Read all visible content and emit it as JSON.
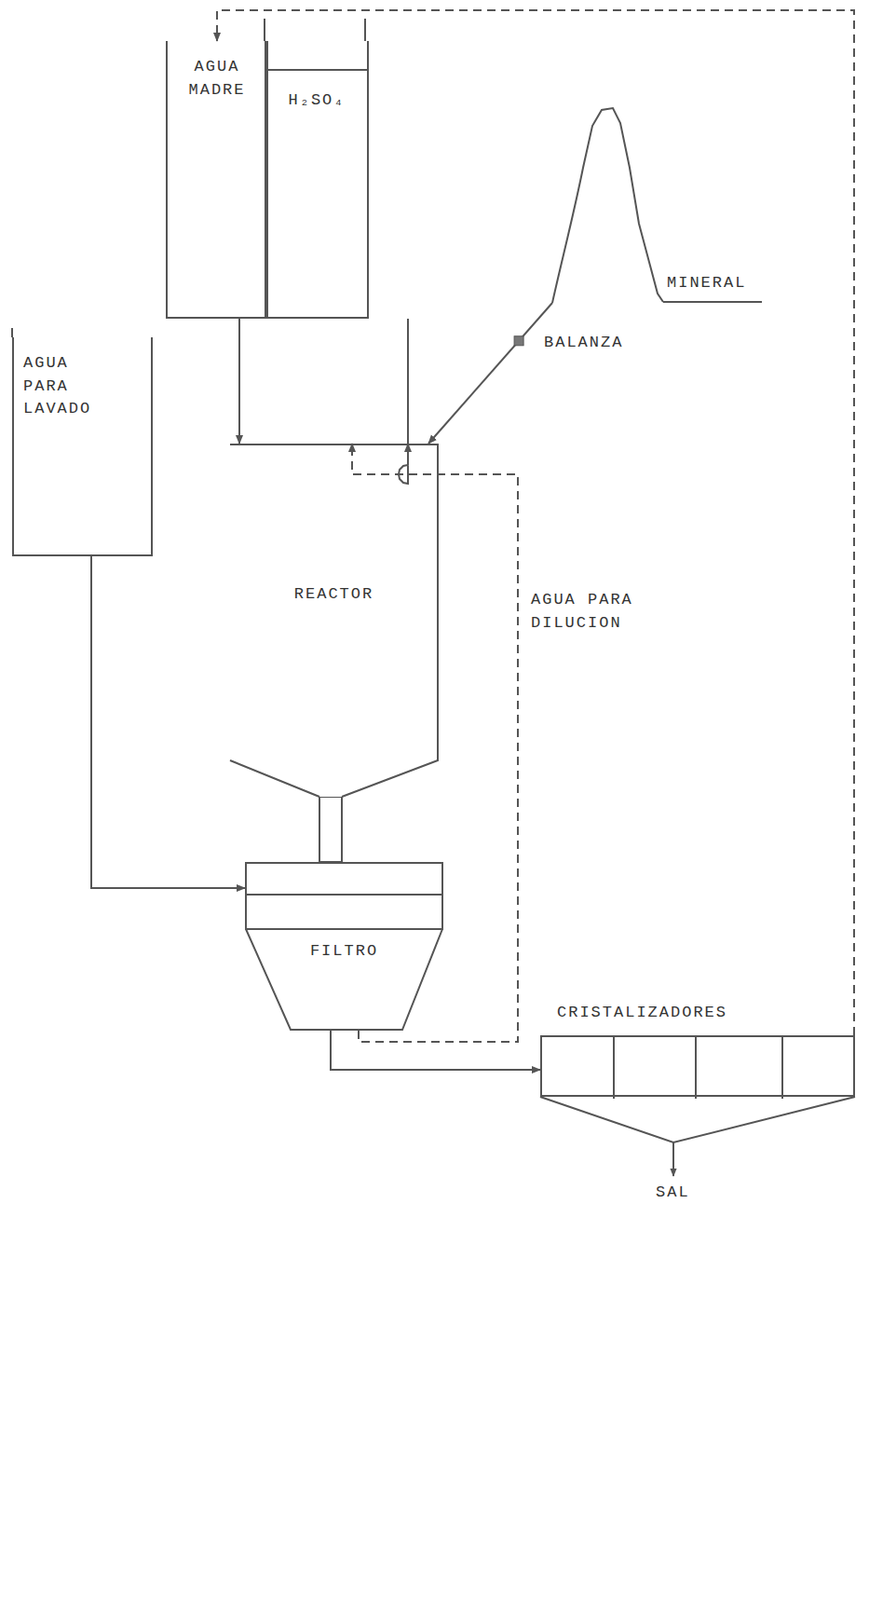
{
  "diagram": {
    "nodes": [
      {
        "text": [
          "AGUA MADRE"
        ]
      },
      {
        "text": [
          "H₂SO₄"
        ]
      },
      {
        "text": [
          "MINERAL"
        ]
      },
      {
        "text": [
          "AGUA PARA LAVADO"
        ]
      },
      {
        "text": [
          "REACTOR"
        ]
      },
      {
        "text": [
          "FILTRO"
        ]
      },
      {
        "text": [
          "CRISTALIZADORES"
        ]
      }
    ],
    "edges": [
      {
        "from": 6,
        "to": 0,
        "arrow": "to"
      },
      {
        "from": 0,
        "to": 4,
        "arrow": "to"
      },
      {
        "from": 1,
        "to": 4,
        "arrow": "to"
      },
      {
        "from": 2,
        "to": 4,
        "label": "BALANZA",
        "arrow": "to"
      },
      {
        "from": 5,
        "to": 4,
        "label": "AGUA PARA DILUCION",
        "arrow": "to"
      },
      {
        "from": 4,
        "to": 5,
        "arrow": "none"
      },
      {
        "from": 3,
        "to": 5,
        "arrow": "to"
      },
      {
        "from": 5,
        "to": 6,
        "arrow": "to"
      }
    ],
    "labels": [
      "SAL"
    ]
  }
}
